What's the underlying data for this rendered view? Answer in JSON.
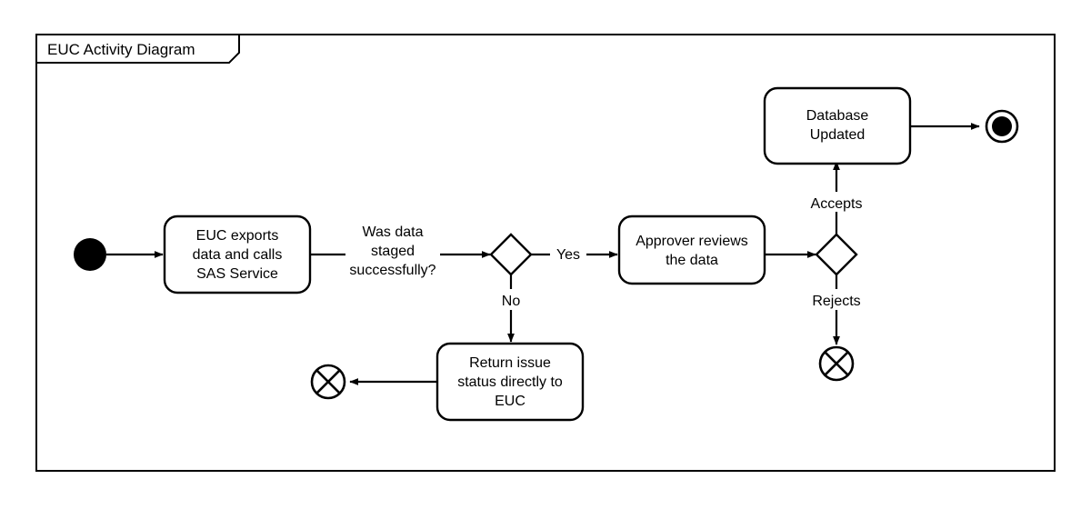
{
  "frame": {
    "label": "EUC Activity Diagram",
    "border_color": "#000000",
    "background_color": "#ffffff"
  },
  "diagram": {
    "type": "uml-activity-diagram",
    "nodes": [
      {
        "id": "start",
        "kind": "initial-node",
        "label": ""
      },
      {
        "id": "euc_export",
        "kind": "activity",
        "label_lines": [
          "EUC exports",
          "data and calls",
          "SAS Service"
        ]
      },
      {
        "id": "decision_staged",
        "kind": "decision",
        "label": ""
      },
      {
        "id": "approver_review",
        "kind": "activity",
        "label_lines": [
          "Approver reviews",
          "the data"
        ]
      },
      {
        "id": "decision_approval",
        "kind": "decision",
        "label": ""
      },
      {
        "id": "database_updated",
        "kind": "activity",
        "label_lines": [
          "Database",
          "Updated"
        ]
      },
      {
        "id": "end",
        "kind": "final-node",
        "label": ""
      },
      {
        "id": "return_issue",
        "kind": "activity",
        "label_lines": [
          "Return issue",
          "status directly to",
          "EUC"
        ]
      },
      {
        "id": "flow_final_left",
        "kind": "flow-final-node",
        "label": ""
      },
      {
        "id": "flow_final_right",
        "kind": "flow-final-node",
        "label": ""
      }
    ],
    "edges": [
      {
        "from": "start",
        "to": "euc_export",
        "label": ""
      },
      {
        "from": "euc_export",
        "to": "decision_staged",
        "label_lines": [
          "Was data",
          "staged",
          "successfully?"
        ]
      },
      {
        "from": "decision_staged",
        "to": "approver_review",
        "label": "Yes"
      },
      {
        "from": "decision_staged",
        "to": "return_issue",
        "label": "No"
      },
      {
        "from": "approver_review",
        "to": "decision_approval",
        "label": ""
      },
      {
        "from": "decision_approval",
        "to": "database_updated",
        "label": "Accepts"
      },
      {
        "from": "decision_approval",
        "to": "flow_final_right",
        "label": "Rejects"
      },
      {
        "from": "database_updated",
        "to": "end",
        "label": ""
      },
      {
        "from": "return_issue",
        "to": "flow_final_left",
        "label": ""
      }
    ]
  },
  "labels": {
    "euc_export_l1": "EUC exports",
    "euc_export_l2": "data and calls",
    "euc_export_l3": "SAS Service",
    "question_l1": "Was data",
    "question_l2": "staged",
    "question_l3": "successfully?",
    "yes": "Yes",
    "no": "No",
    "approver_l1": "Approver reviews",
    "approver_l2": "the data",
    "accepts": "Accepts",
    "rejects": "Rejects",
    "database_l1": "Database",
    "database_l2": "Updated",
    "return_l1": "Return issue",
    "return_l2": "status directly to",
    "return_l3": "EUC"
  }
}
